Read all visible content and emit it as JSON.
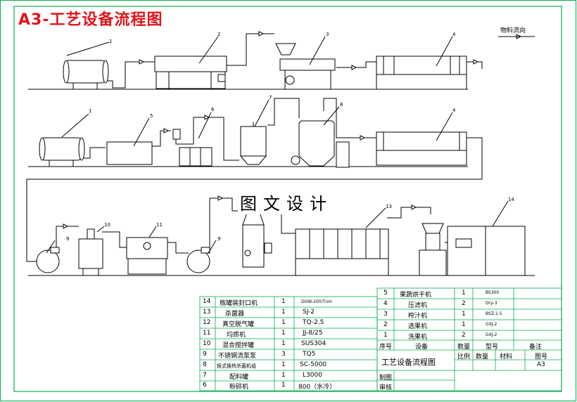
{
  "title": "A3-工艺设备流程图",
  "watermark": "图文设计",
  "flow_direction_label": "物料流向",
  "equipment_numbers": [
    "1",
    "2",
    "3",
    "4",
    "1",
    "5",
    "6",
    "7",
    "8",
    "4",
    "9",
    "10",
    "11",
    "9",
    "13",
    "14"
  ],
  "table_left": [
    {
      "no": "14",
      "name": "瓶罐装封口机",
      "qty": "1",
      "model": "DGW-200/Tnm"
    },
    {
      "no": "13",
      "name": "杀菌器",
      "qty": "1",
      "model": "SJ-2"
    },
    {
      "no": "12",
      "name": "真空脱气罐",
      "qty": "1",
      "model": "TQ-2.5"
    },
    {
      "no": "11",
      "name": "均质机",
      "qty": "1",
      "model": "JJ-8/25"
    },
    {
      "no": "10",
      "name": "混合搅拌罐",
      "qty": "1",
      "model": "SUS304"
    },
    {
      "no": "9",
      "name": "不锈钢流泵泵",
      "qty": "3",
      "model": "TQ5"
    },
    {
      "no": "8",
      "name": "板式换热杀菌机组",
      "qty": "1",
      "model": "SC-5000"
    },
    {
      "no": "7",
      "name": "配料罐",
      "qty": "1",
      "model": "L3000"
    },
    {
      "no": "6",
      "name": "粉碎机",
      "qty": "1",
      "model": "800（水冷）"
    }
  ],
  "table_right": [
    {
      "no": "5",
      "name": "果蔬烘干机",
      "qty": "1",
      "model": "BS300"
    },
    {
      "no": "4",
      "name": "压滤机",
      "qty": "2",
      "model": "Dry-3"
    },
    {
      "no": "3",
      "name": "榨汁机",
      "qty": "1",
      "model": "BSZ-1.5"
    },
    {
      "no": "2",
      "name": "选果机",
      "qty": "1",
      "model": "GXJ-2"
    },
    {
      "no": "1",
      "name": "洗果机",
      "qty": "2",
      "model": "GXJ-2"
    }
  ],
  "table_right_header": {
    "no": "序号",
    "name": "设备",
    "qty": "数量",
    "model": "型号",
    "note": "备注"
  },
  "title_block": {
    "drawing_title": "工艺设备流程图",
    "scale": "比例",
    "quantity": "数量",
    "material": "材料",
    "sheet_label": "图号",
    "sheet_value": "A3",
    "drawn": "制图",
    "checked": "审核"
  },
  "colors": {
    "border": "#00b050",
    "line": "#000000",
    "title": "#e0161b",
    "table_text": "#c00000"
  }
}
